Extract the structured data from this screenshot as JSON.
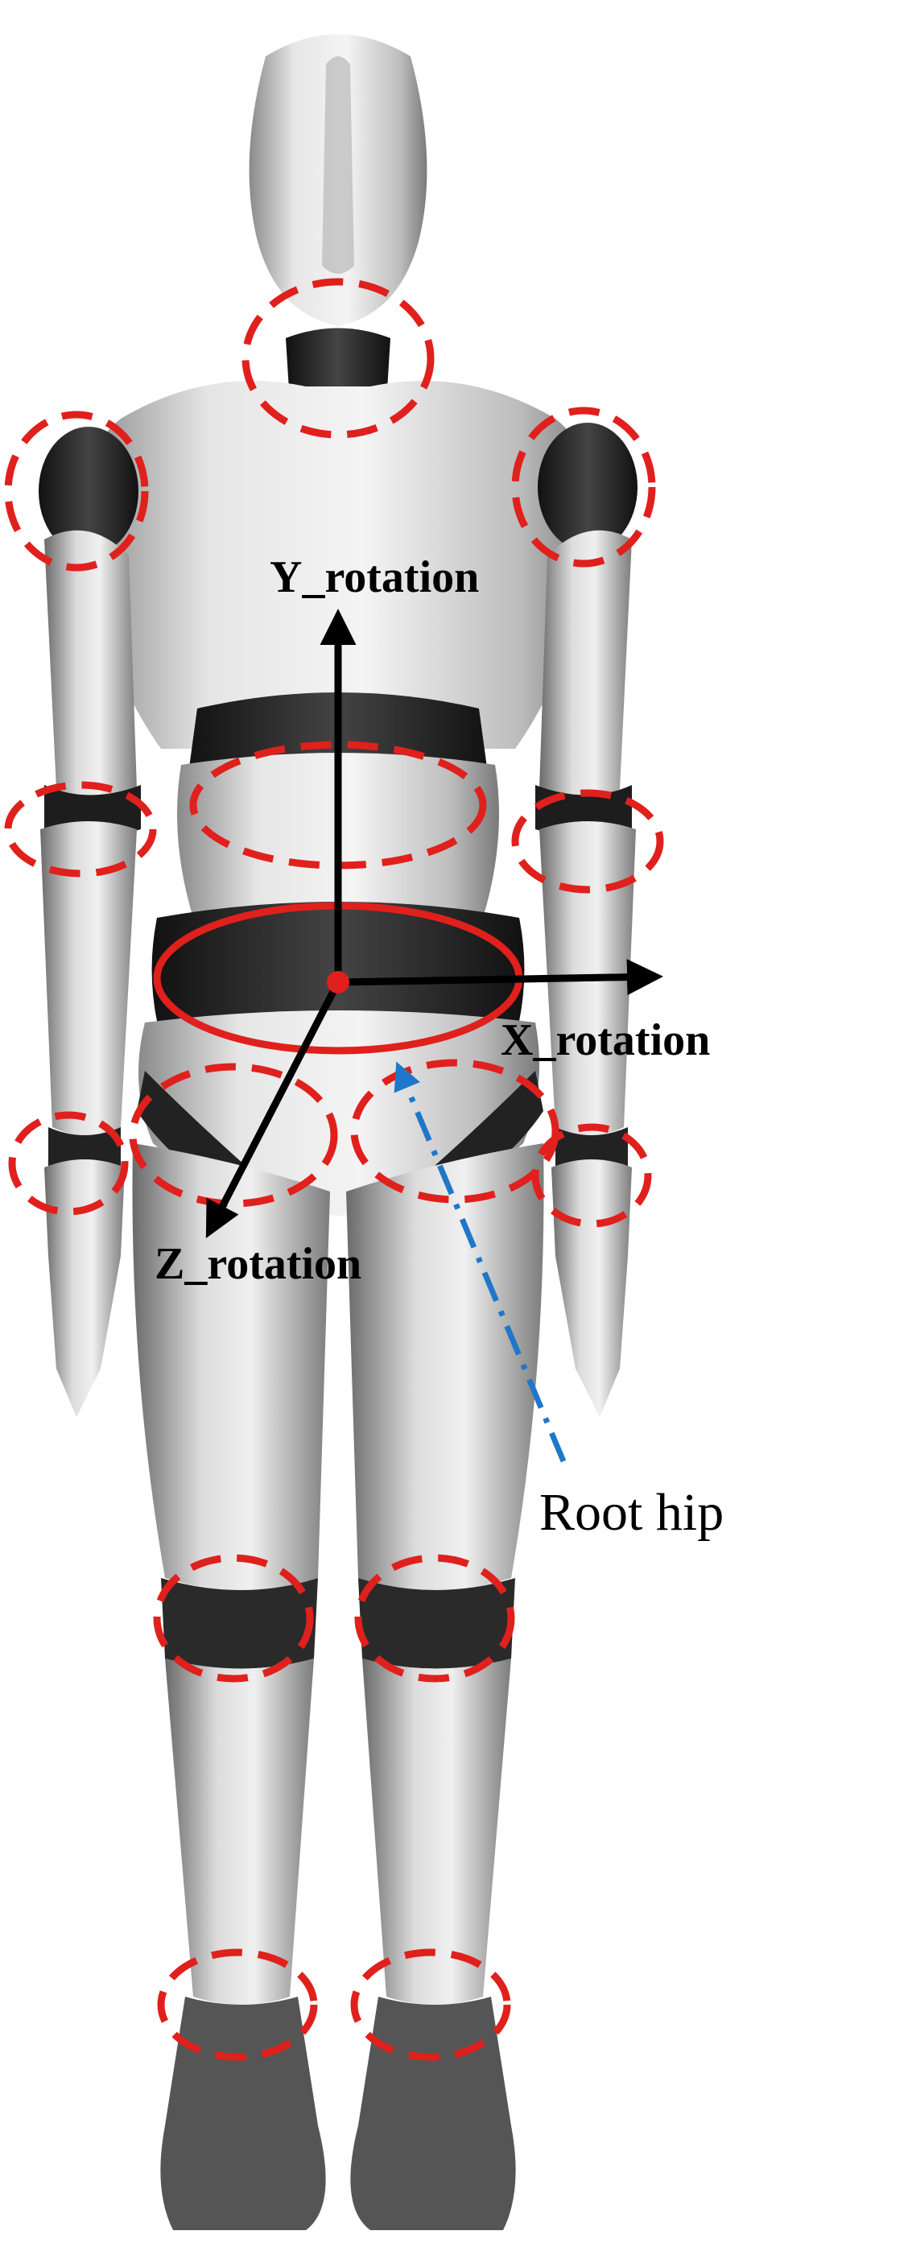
{
  "labels": {
    "y_axis": "Y_rotation",
    "x_axis": "X_rotation",
    "z_axis": "Z_rotation",
    "root": "Root hip"
  },
  "colors": {
    "joint_marker": "#e0201c",
    "axis": "#000000",
    "pointer": "#1f77c9",
    "body_light": "#e9e9e9",
    "body_dark": "#1e1e1e"
  },
  "figure": {
    "subject": "humanoid-mannequin-front-view",
    "joint_count": 14,
    "root_joint": "hip"
  }
}
